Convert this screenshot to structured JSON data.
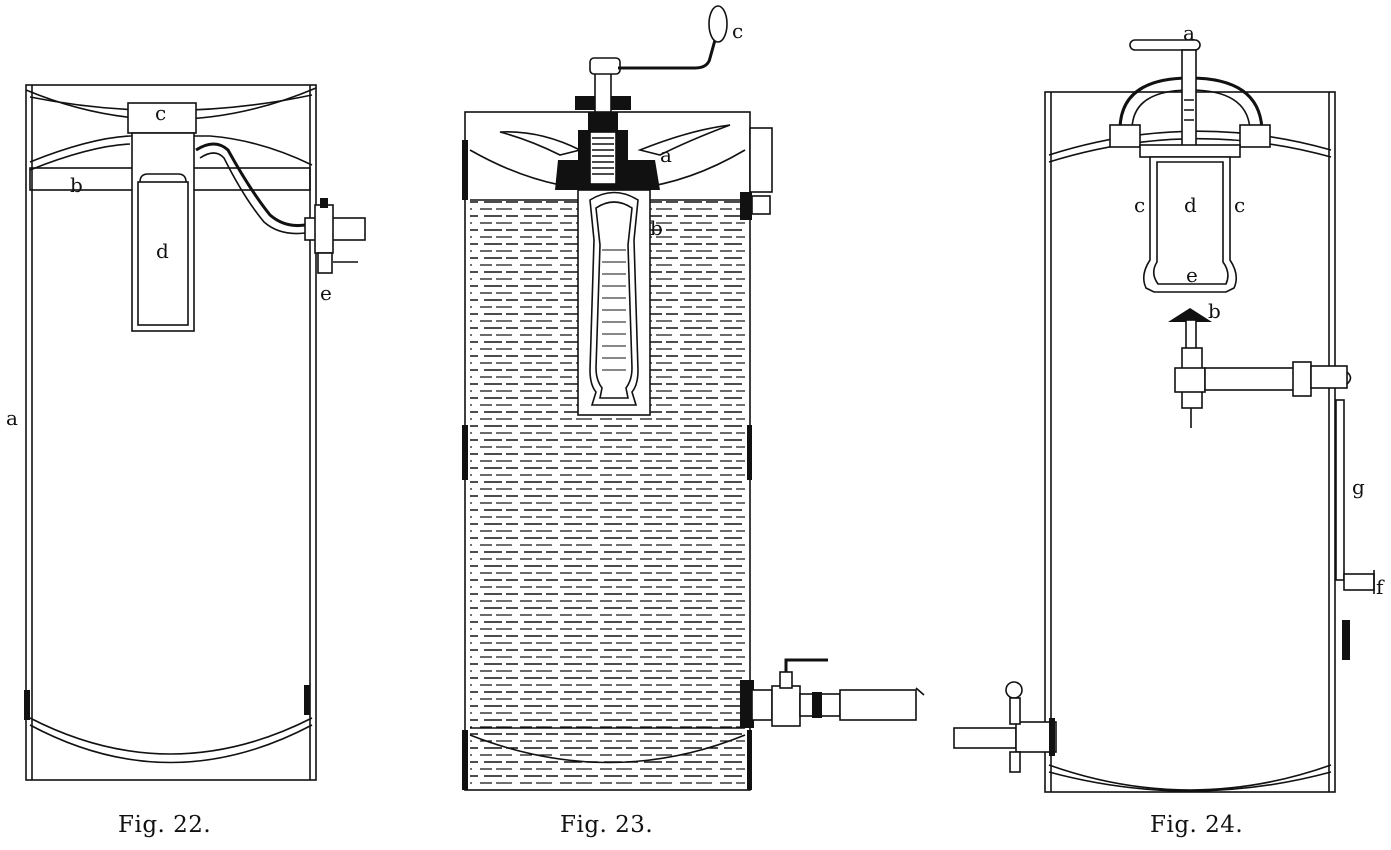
{
  "figures": [
    {
      "caption": "Fig. 22.",
      "labels": {
        "a": "a",
        "b": "b",
        "c": "c",
        "d": "d",
        "e": "e"
      }
    },
    {
      "caption": "Fig. 23.",
      "labels": {
        "a": "a",
        "b": "b",
        "c": "c"
      }
    },
    {
      "caption": "Fig. 24.",
      "labels": {
        "a": "a",
        "b": "b",
        "c1": "c",
        "c2": "c",
        "d": "d",
        "e": "e",
        "f": "f",
        "g": "g"
      }
    }
  ]
}
